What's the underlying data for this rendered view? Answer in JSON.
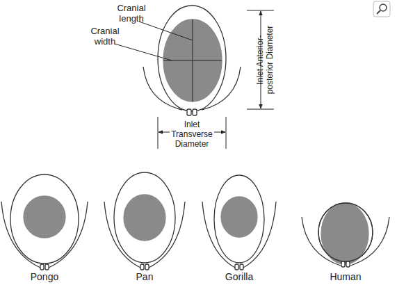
{
  "diagram": {
    "labels": [
      "Cranial length",
      "Cranial width",
      "Inlet Anterior-posterior Diameter",
      "Inlet Transverse Diameter",
      "Pongo",
      "Pan",
      "Gorilla",
      "Human"
    ]
  }
}
